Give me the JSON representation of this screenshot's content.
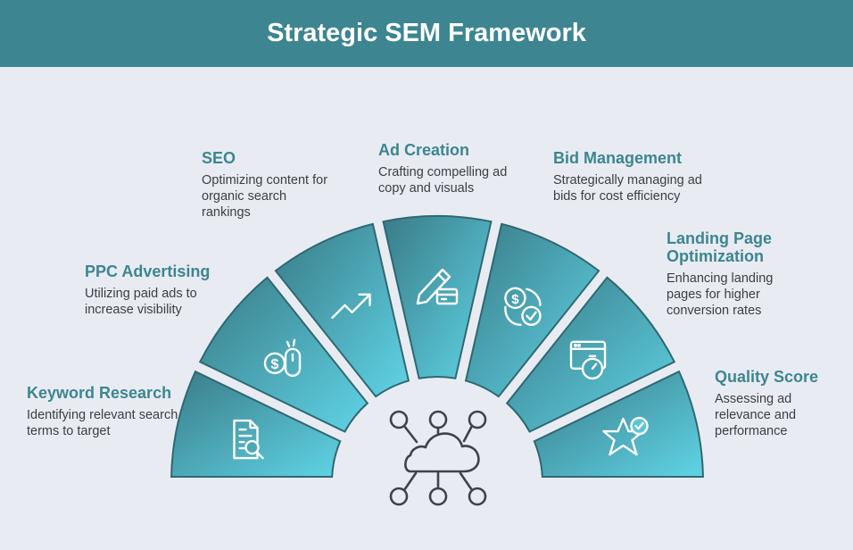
{
  "title": "Strategic SEM Framework",
  "colors": {
    "header": "#3d8591",
    "segment_dark": "#3b7f8b",
    "segment_light": "#5ad0e2",
    "accent_text": "#3d8591",
    "icon_dark": "#3f4349"
  },
  "segments": [
    {
      "title": "Keyword Research",
      "description": "Identifying relevant search terms to target",
      "icon": "document-search-icon"
    },
    {
      "title": "PPC Advertising",
      "description": "Utilizing paid ads to increase visibility",
      "icon": "mouse-dollar-icon"
    },
    {
      "title": "SEO",
      "description": "Optimizing content for organic search rankings",
      "icon": "trend-up-icon"
    },
    {
      "title": "Ad Creation",
      "description": "Crafting compelling ad copy and visuals",
      "icon": "pencil-card-icon"
    },
    {
      "title": "Bid Management",
      "description": "Strategically managing ad bids for cost efficiency",
      "icon": "dollar-check-icon"
    },
    {
      "title": "Landing Page Optimization",
      "description": "Enhancing landing pages for higher conversion rates",
      "icon": "browser-timer-icon"
    },
    {
      "title": "Quality Score",
      "description": "Assessing ad relevance and performance",
      "icon": "star-check-icon"
    }
  ],
  "center_icon": "cloud-network-icon"
}
